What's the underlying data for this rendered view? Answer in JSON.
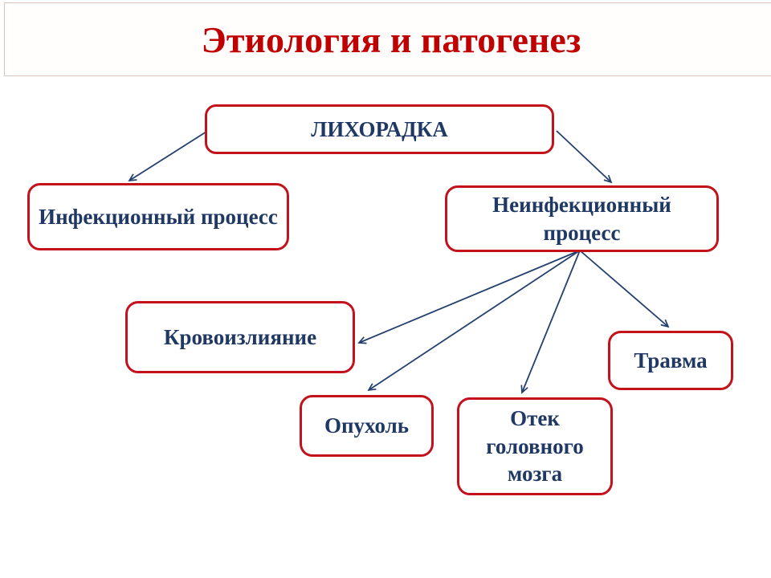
{
  "title": {
    "text": "Этиология и патогенез"
  },
  "nodes": {
    "fever": {
      "label": "ЛИХОРАДКА"
    },
    "infectious": {
      "label": "Инфекционный процесс"
    },
    "noninfectious": {
      "label": "Неинфекционный процесс"
    },
    "hemorrhage": {
      "label": "Кровоизлияние"
    },
    "trauma": {
      "label": "Травма"
    },
    "tumor": {
      "label": "Опухоль"
    },
    "brain_edema": {
      "label": "Отек головного мозга"
    }
  },
  "edges": [
    {
      "from": "fever",
      "to": "infectious"
    },
    {
      "from": "fever",
      "to": "noninfectious"
    },
    {
      "from": "noninfectious",
      "to": "hemorrhage"
    },
    {
      "from": "noninfectious",
      "to": "tumor"
    },
    {
      "from": "noninfectious",
      "to": "brain_edema"
    },
    {
      "from": "noninfectious",
      "to": "trauma"
    }
  ],
  "colors": {
    "title_text": "#c00000",
    "title_border": "#dfc4bb",
    "box_border": "#c4121c",
    "box_fill": "#ffffff",
    "box_text": "#1f3864",
    "arrow": "#24406e",
    "bg": "#ffffff"
  }
}
